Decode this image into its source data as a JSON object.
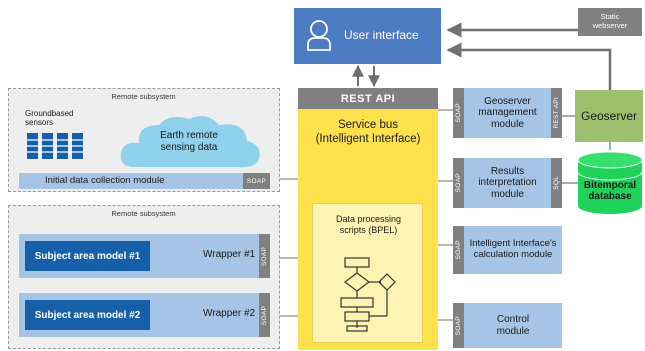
{
  "user_interface": {
    "label": "User interface",
    "icon": "user-icon"
  },
  "static_webserver": {
    "label": "Static\nwebserver"
  },
  "rest_api": {
    "label": "REST API"
  },
  "service_bus": {
    "label": "Service bus\n(Intelligent Interface)"
  },
  "bpel": {
    "label": "Data processing\nscripts (BPEL)",
    "icon": "flowchart-icon"
  },
  "remote_subsystem_1": {
    "title": "Remote subsystem",
    "sensors_label": "Groundbased\nsensors",
    "cloud_label": "Earth remote\nsensing data",
    "module_label": "Initial data collection module",
    "soap": "SOAP"
  },
  "remote_subsystem_2": {
    "title": "Remote subsystem",
    "models": [
      {
        "label": "Subject area model #1",
        "wrapper": "Wrapper #1",
        "soap": "SOAP"
      },
      {
        "label": "Subject area model #2",
        "wrapper": "Wrapper #2",
        "soap": "SOAP"
      }
    ]
  },
  "services": [
    {
      "label": "Geoserver\nmanagement\nmodule",
      "left_tab": "SOAP",
      "right_tab": "REST API"
    },
    {
      "label": "Results\ninterpretation\nmodule",
      "left_tab": "SOAP",
      "right_tab": "SQL"
    },
    {
      "label": "Intelligent Interface's\ncalculation module",
      "left_tab": "SOAP",
      "right_tab": ""
    },
    {
      "label": "Control\nmodule",
      "left_tab": "SOAP",
      "right_tab": ""
    }
  ],
  "geoserver": {
    "label": "Geoserver"
  },
  "database": {
    "label": "Bitemporal\ndatabase"
  },
  "colors": {
    "ui_box": "#4d7cc2",
    "service_bus": "#ffe04d",
    "service_box": "#a6c4e6",
    "geoserver": "#9dc06e",
    "database": "#1fd25a",
    "dark_model": "#1560a8",
    "tab_gray": "#808080"
  }
}
